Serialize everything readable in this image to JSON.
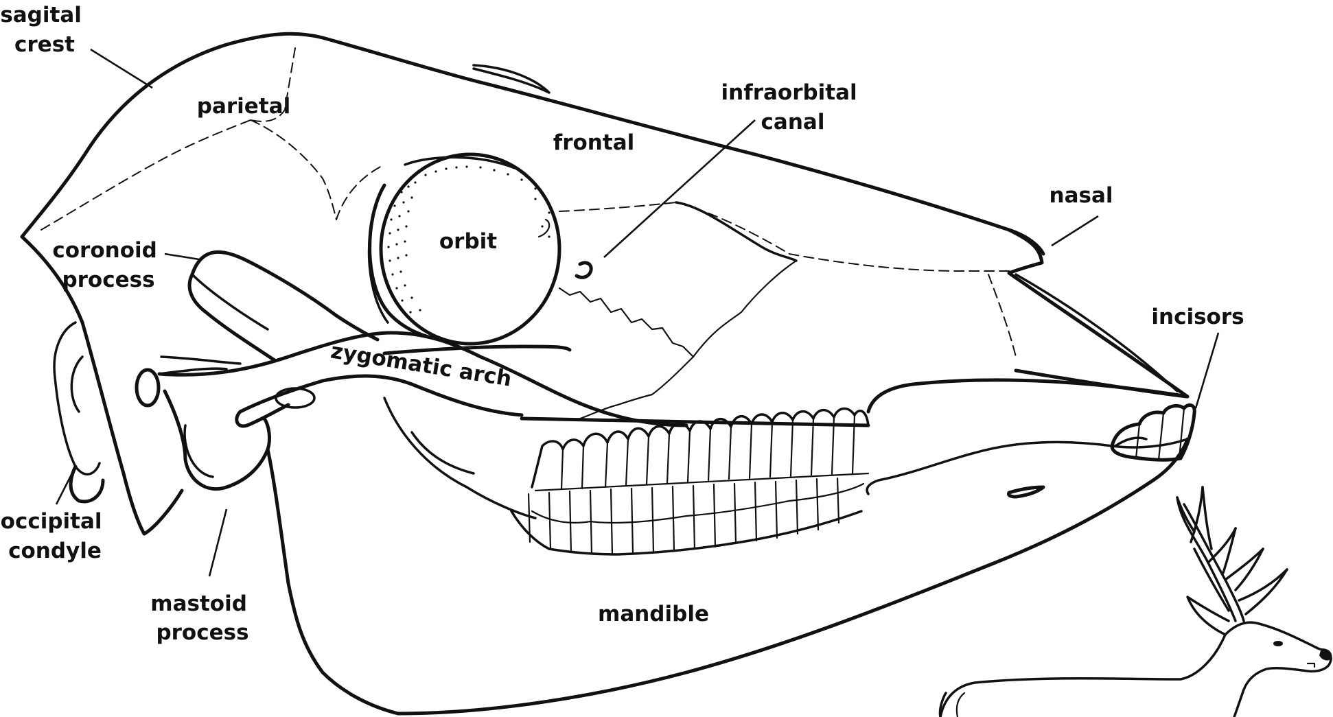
{
  "labels": {
    "sagital_crest": [
      "sagital",
      "crest"
    ],
    "parietal": "parietal",
    "frontal": "frontal",
    "infraorbital_canal": [
      "infraorbital",
      "canal"
    ],
    "nasal": "nasal",
    "orbit": "orbit",
    "coronoid_process": [
      "coronoid",
      "process"
    ],
    "zygomatic_arch": "zygomatic arch",
    "incisors": "incisors",
    "occipital_condyle": [
      "occipital",
      "condyle"
    ],
    "mastoid_process": [
      "mastoid",
      "process"
    ],
    "mandible": "mandible"
  },
  "colors": {
    "ink": "#111111",
    "paper": "#ffffff"
  }
}
